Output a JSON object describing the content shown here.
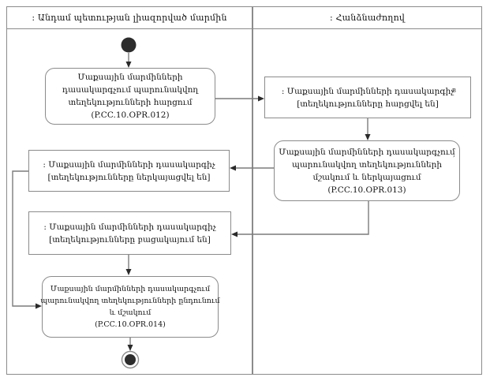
{
  "diagram": {
    "kind": "uml-activity-swimlane",
    "lanes": {
      "left_title": ": Անդամ պետության լիազորված մարմին",
      "right_title": ": Հանձնաժողով"
    },
    "nodes": {
      "op012": {
        "type": "action",
        "lines": [
          "Մաքսային մարմինների",
          "դասակարգչում պարունակվող",
          "տեղեկությունների հարցում",
          "(P.CC.10.OPR.012)"
        ]
      },
      "obj_requested": {
        "type": "object",
        "lines": [
          ": Մաքսային մարմինների դասակարգիչ",
          "[տեղեկությունները հարցվել են]"
        ],
        "stray_mark": "в"
      },
      "op013": {
        "type": "action",
        "lines": [
          "Մաքսային մարմինների դասակարգչում",
          "պարունակվող տեղեկությունների",
          "մշակում և ներկայացում",
          "(P.CC.10.OPR.013)"
        ],
        "stray_mark": ","
      },
      "obj_presented": {
        "type": "object",
        "lines": [
          ": Մաքսային մարմինների դասակարգիչ",
          "[տեղեկությունները ներկայացվել են]"
        ]
      },
      "obj_missing": {
        "type": "object",
        "lines": [
          ": Մաքսային մարմինների դասակարգիչ",
          "[տեղեկությունները բացակայում են]"
        ]
      },
      "op014": {
        "type": "action",
        "lines": [
          "Մաքսային մարմինների դասակարգչում",
          "պարունակվող տեղեկությունների ընդունում",
          "և մշակում",
          "(P.CC.10.OPR.014)"
        ]
      }
    },
    "flow": [
      "initial -> op012",
      "op012 -> obj_requested",
      "obj_requested -> op013",
      "op013 -> obj_presented",
      "op013 -> obj_missing",
      "obj_presented -> op014",
      "obj_missing -> op014",
      "op014 -> final"
    ],
    "colors": {
      "line": "#7c7c7c",
      "border": "#8b8b8b",
      "arrowhead": "#2a2a2a",
      "node_fill": "#ffffff",
      "terminal_fill": "#2d2d2d",
      "text": "#141414",
      "background": "#ffffff"
    }
  }
}
